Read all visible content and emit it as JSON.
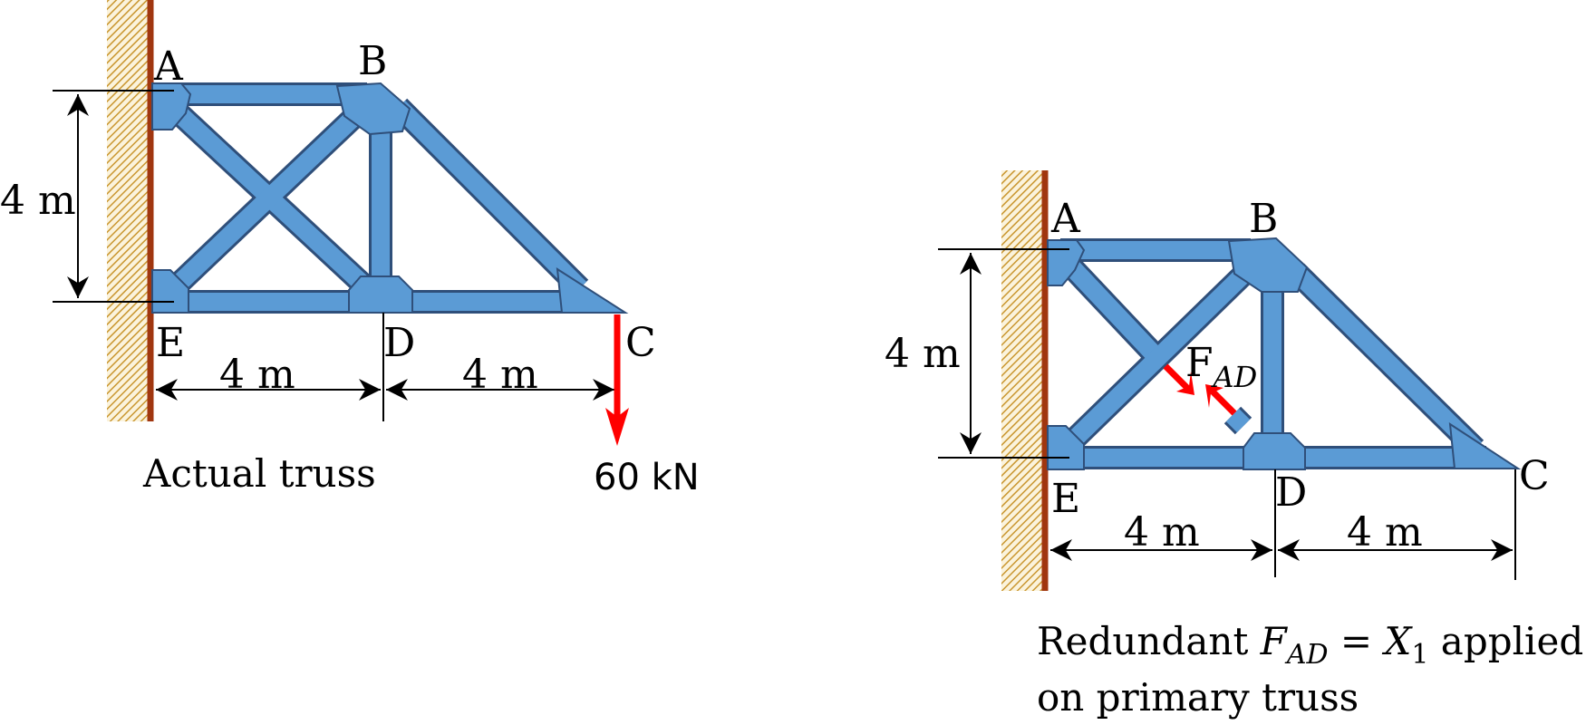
{
  "left_diagram": {
    "nodes": {
      "A": "A",
      "B": "B",
      "C": "C",
      "D": "D",
      "E": "E"
    },
    "dim_height": "4 m",
    "dim_left": "4 m",
    "dim_right": "4 m",
    "load": "60 kN",
    "caption": "Actual truss"
  },
  "right_diagram": {
    "nodes": {
      "A": "A",
      "B": "B",
      "C": "C",
      "D": "D",
      "E": "E"
    },
    "dim_height": "4 m",
    "dim_left": "4 m",
    "dim_right": "4 m",
    "force_label_F": "F",
    "force_label_sub": "AD",
    "caption_line1_pre": "Redundant ",
    "caption_F": "F",
    "caption_F_sub": "AD",
    "caption_eq": " = ",
    "caption_X": "X",
    "caption_X_sub": "1",
    "caption_line1_post": " applied",
    "caption_line2": "on primary truss"
  },
  "colors": {
    "member_fill": "#5b9bd5",
    "member_stroke": "#2f4f7a",
    "wall_line": "#a0360f",
    "wall_hatch": "#d4a84a",
    "load_arrow": "#ff0000"
  }
}
